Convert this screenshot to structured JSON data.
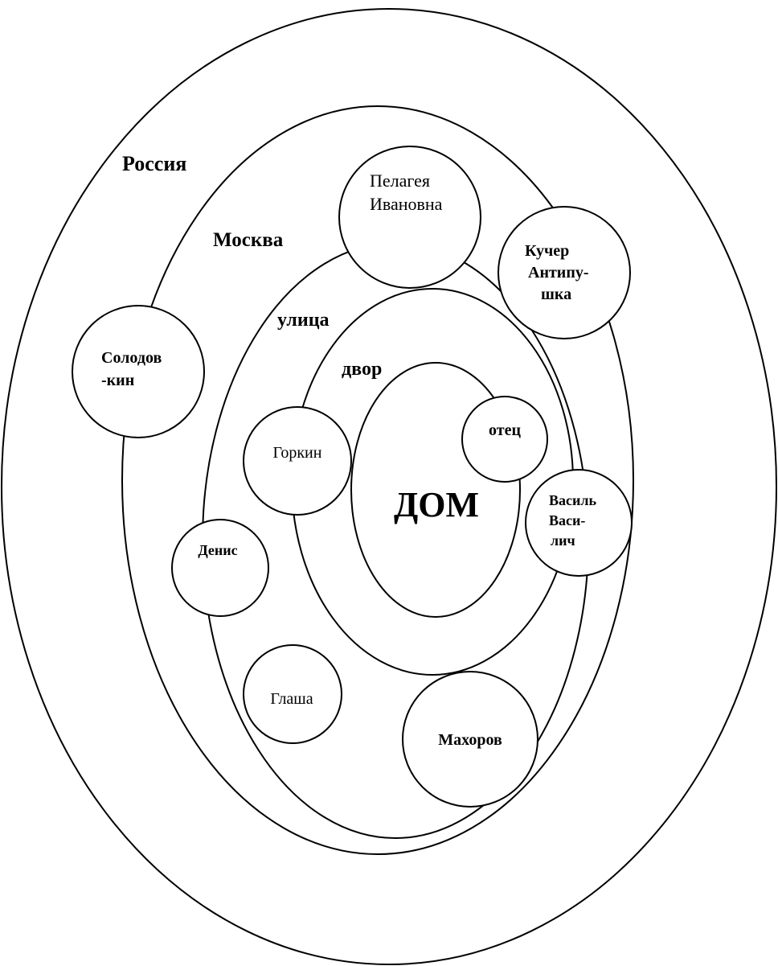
{
  "colors": {
    "stroke": "#000000",
    "fill": "#ffffff",
    "text": "#000000"
  },
  "rings": [
    {
      "id": "russia",
      "label": "Россия"
    },
    {
      "id": "moscow",
      "label": "Москва"
    },
    {
      "id": "street",
      "label": "улица"
    },
    {
      "id": "yard",
      "label": "двор"
    },
    {
      "id": "house",
      "label": "ДОМ"
    }
  ],
  "people": [
    {
      "id": "pelageya",
      "lines": [
        "Пелагея",
        "Ивановна"
      ]
    },
    {
      "id": "kucher",
      "lines": [
        "Кучер",
        "Антипу-",
        "шка"
      ]
    },
    {
      "id": "solodovkin",
      "lines": [
        "Солодов",
        "-кин"
      ]
    },
    {
      "id": "otets",
      "lines": [
        "отец"
      ]
    },
    {
      "id": "gorkin",
      "lines": [
        "Горкин"
      ]
    },
    {
      "id": "vasil",
      "lines": [
        "Василь",
        "Васи-",
        "лич"
      ]
    },
    {
      "id": "denis",
      "lines": [
        "Денис"
      ]
    },
    {
      "id": "glasha",
      "lines": [
        "Глаша"
      ]
    },
    {
      "id": "makhorov",
      "lines": [
        "Махоров"
      ]
    }
  ]
}
